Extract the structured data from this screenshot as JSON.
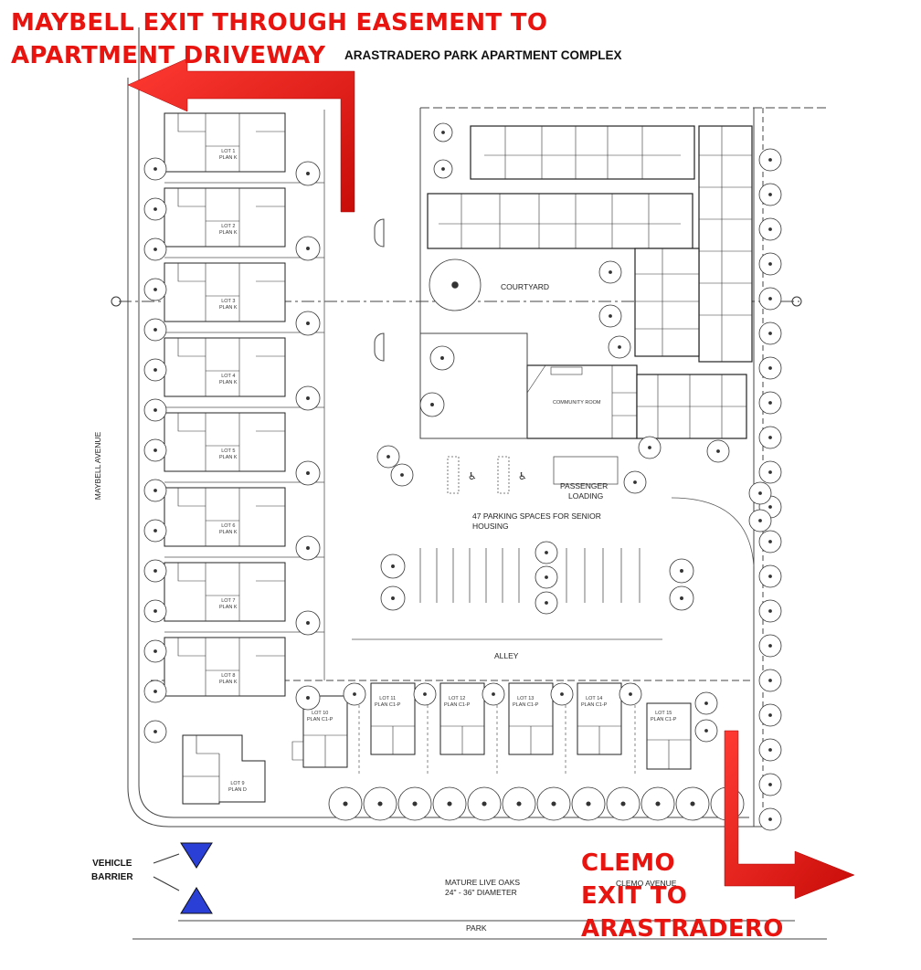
{
  "annotations": {
    "maybell_exit": [
      "MAYBELL EXIT THROUGH EASEMENT TO",
      "APARTMENT DRIVEWAY"
    ],
    "complex_name": "ARASTRADERO PARK APARTMENT COMPLEX",
    "clemo_exit": [
      "CLEMO",
      "EXIT TO",
      "ARASTRADERO"
    ],
    "vehicle_barrier": [
      "VEHICLE",
      "BARRIER"
    ]
  },
  "plan_labels": {
    "maybell_avenue": "MAYBELL AVENUE",
    "courtyard": "COURTYARD",
    "passenger_loading": [
      "PASSENGER",
      "LOADING"
    ],
    "parking": [
      "47 PARKING SPACES FOR SENIOR",
      "HOUSING"
    ],
    "alley": "ALLEY",
    "mature_oaks": [
      "MATURE LIVE OAKS",
      "24\" - 36\" DIAMETER"
    ],
    "clemo_avenue": "CLEMO AVENUE",
    "park": "PARK",
    "community_room": "COMMUNITY ROOM"
  },
  "lots_west": [
    {
      "lot": "LOT 1",
      "plan": "PLAN K"
    },
    {
      "lot": "LOT 2",
      "plan": "PLAN K"
    },
    {
      "lot": "LOT 3",
      "plan": "PLAN K"
    },
    {
      "lot": "LOT 4",
      "plan": "PLAN K"
    },
    {
      "lot": "LOT 5",
      "plan": "PLAN K"
    },
    {
      "lot": "LOT 6",
      "plan": "PLAN K"
    },
    {
      "lot": "LOT 7",
      "plan": "PLAN K"
    },
    {
      "lot": "LOT 8",
      "plan": "PLAN K"
    }
  ],
  "lot_corner": {
    "lot": "LOT 9",
    "plan": "PLAN D"
  },
  "lots_south": [
    {
      "lot": "LOT 10",
      "plan": "PLAN C1-P"
    },
    {
      "lot": "LOT 11",
      "plan": "PLAN C1-P"
    },
    {
      "lot": "LOT 12",
      "plan": "PLAN C1-P"
    },
    {
      "lot": "LOT 13",
      "plan": "PLAN C1-P"
    },
    {
      "lot": "LOT 14",
      "plan": "PLAN C1-P"
    },
    {
      "lot": "LOT 15",
      "plan": "PLAN C1-P"
    }
  ],
  "colors": {
    "arrow": "#e8140f",
    "barrier": "#2a3fd6",
    "line": "#333333"
  }
}
